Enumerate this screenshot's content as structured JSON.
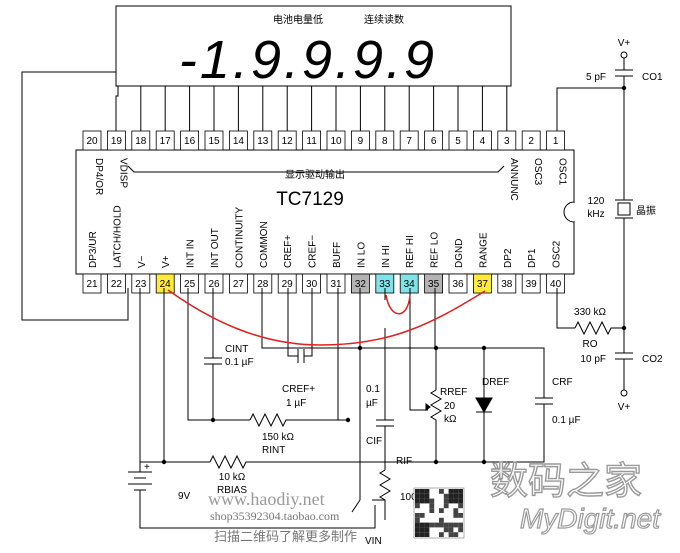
{
  "lcd": {
    "battery_label": "电池电量低",
    "continuity_label": "连续读数",
    "reading": "-1.9.9.9.9"
  },
  "chip": {
    "name": "TC7129",
    "segment_label": "显示驱动输出",
    "top_pins": [
      {
        "num": "20",
        "label": "DP4/OR"
      },
      {
        "num": "19",
        "label": "VDISP"
      },
      {
        "num": "18",
        "label": ""
      },
      {
        "num": "17",
        "label": ""
      },
      {
        "num": "16",
        "label": ""
      },
      {
        "num": "15",
        "label": ""
      },
      {
        "num": "14",
        "label": ""
      },
      {
        "num": "13",
        "label": ""
      },
      {
        "num": "12",
        "label": ""
      },
      {
        "num": "11",
        "label": ""
      },
      {
        "num": "10",
        "label": ""
      },
      {
        "num": "9",
        "label": ""
      },
      {
        "num": "8",
        "label": ""
      },
      {
        "num": "7",
        "label": ""
      },
      {
        "num": "6",
        "label": ""
      },
      {
        "num": "5",
        "label": ""
      },
      {
        "num": "4",
        "label": ""
      },
      {
        "num": "3",
        "label": "ANNUNC"
      },
      {
        "num": "2",
        "label": "OSC3"
      },
      {
        "num": "1",
        "label": "OSC1"
      }
    ],
    "bottom_pins": [
      {
        "num": "21",
        "label": "DP3/UR"
      },
      {
        "num": "22",
        "label": "LATCH/HOLD"
      },
      {
        "num": "23",
        "label": "V−"
      },
      {
        "num": "24",
        "label": "V+"
      },
      {
        "num": "25",
        "label": "INT IN"
      },
      {
        "num": "26",
        "label": "INT OUT"
      },
      {
        "num": "27",
        "label": "CONTINUITY"
      },
      {
        "num": "28",
        "label": "COMMON"
      },
      {
        "num": "29",
        "label": "CREF+"
      },
      {
        "num": "30",
        "label": "CREF−"
      },
      {
        "num": "31",
        "label": "BUFF"
      },
      {
        "num": "32",
        "label": "IN LO"
      },
      {
        "num": "33",
        "label": "IN HI"
      },
      {
        "num": "34",
        "label": "REF HI"
      },
      {
        "num": "35",
        "label": "REF LO"
      },
      {
        "num": "36",
        "label": "DGND"
      },
      {
        "num": "37",
        "label": "RANGE"
      },
      {
        "num": "38",
        "label": "DP2"
      },
      {
        "num": "39",
        "label": "DP1"
      },
      {
        "num": "40",
        "label": "OSC2"
      }
    ],
    "highlight_colors": {
      "yellow": "#ffeb3b",
      "cyan": "#7fe3e8",
      "gray": "#b3b3b3"
    }
  },
  "components": {
    "c_o1": {
      "value": "5 pF",
      "name": "CO1"
    },
    "crystal": {
      "value": "120\nkHz",
      "name": "晶振"
    },
    "r_o": {
      "value": "330 kΩ",
      "name": "RO"
    },
    "c_o2": {
      "value": "10 pF",
      "name": "CO2"
    },
    "vplus_top": "V+",
    "vplus_bottom": "V+",
    "c_int": {
      "name": "CINT",
      "value": "0.1 µF"
    },
    "c_ref": {
      "name": "CREF+",
      "value": "1 µF"
    },
    "r_int": {
      "value": "150 kΩ",
      "name": "RINT"
    },
    "c_if": {
      "value": "0.1\nµF",
      "name": "CIF"
    },
    "r_ref": {
      "name": "RREF",
      "value": "20\nkΩ"
    },
    "d_ref": {
      "name": "DREF"
    },
    "c_rf": {
      "name": "CRF",
      "value": "0.1 µF"
    },
    "r_bias": {
      "value": "10 kΩ",
      "name": "RBIAS"
    },
    "battery": {
      "value": "9V",
      "plus": "+"
    },
    "r_if": {
      "name": "RIF",
      "value": "100"
    },
    "v_in": "VIN"
  },
  "watermarks": {
    "site": "www.haodiy.net",
    "shop": "shop35392304.taobao.com",
    "scan": "扫描二维码了解更多制作",
    "brand_cn": "数码之家",
    "brand_en": "MyDigit.net"
  },
  "colors": {
    "wire": "#000000",
    "red_wire": "#e02020",
    "watermark": "#9a9a9a"
  }
}
